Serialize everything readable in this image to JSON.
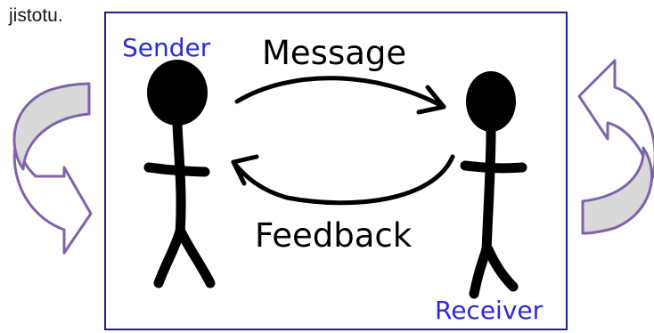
{
  "caption": "jistotu.",
  "diagram": {
    "sender_label": "Sender",
    "receiver_label": "Receiver",
    "message_label": "Message",
    "feedback_label": "Feedback"
  },
  "colors": {
    "frame": "#1f1f8f",
    "role_label": "#2b2bd9",
    "ink": "#000000",
    "side_arrow_stroke": "#7f62a8",
    "side_arrow_fill": "#d9d9d9"
  }
}
